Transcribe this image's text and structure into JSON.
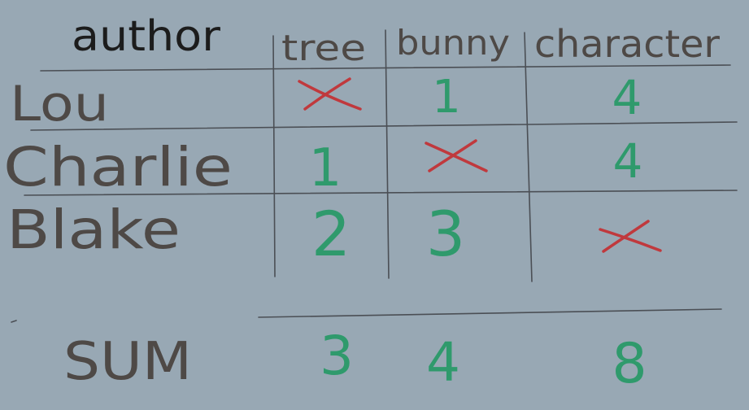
{
  "table": {
    "corner_header": "author",
    "columns": [
      "tree",
      "bunny",
      "character"
    ],
    "rows": [
      {
        "author": "Lou",
        "cells": [
          "✗",
          "1",
          "4"
        ]
      },
      {
        "author": "Charlie",
        "cells": [
          "1",
          "✗",
          "4"
        ]
      },
      {
        "author": "Blake",
        "cells": [
          "2",
          "3",
          "✗"
        ]
      }
    ],
    "sum": {
      "label": "SUM",
      "values": [
        "3",
        "4",
        "8"
      ]
    }
  },
  "colors": {
    "background": "#98a8b4",
    "header_text": "#1c1c1c",
    "author_text": "#4e4946",
    "number_text": "#2f9a6c",
    "cross_mark": "#c0393d",
    "grid_line": "#4b4f55"
  }
}
